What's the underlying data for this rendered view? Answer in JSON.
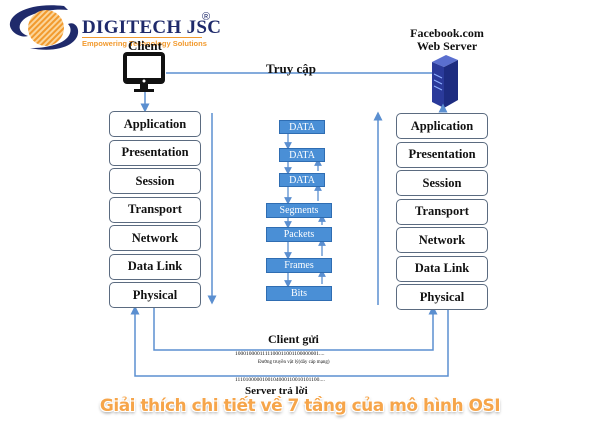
{
  "logo": {
    "name": "DIGITECH JSC",
    "registered_mark": "®",
    "tagline": "Empowering Technology Solutions"
  },
  "nodes": {
    "client_label": "Client",
    "server_label_line1": "Facebook.com",
    "server_label_line2": "Web Server"
  },
  "connection": {
    "access_label": "Truy cập"
  },
  "client_stack": {
    "layers": [
      "Application",
      "Presentation",
      "Session",
      "Transport",
      "Network",
      "Data Link",
      "Physical"
    ]
  },
  "server_stack": {
    "layers": [
      "Application",
      "Presentation",
      "Session",
      "Transport",
      "Network",
      "Data Link",
      "Physical"
    ]
  },
  "encapsulation": {
    "units": [
      "DATA",
      "DATA",
      "DATA",
      "Segments",
      "Packets",
      "Frames",
      "Bits"
    ]
  },
  "transmission": {
    "client_send_label": "Client gửi",
    "client_bits": "1000100001111100011001100000001....",
    "medium_label": "Đường truyền vật lý(dây cáp mạng)",
    "server_bits": "1110100000100104000110010101100....",
    "server_reply_label": "Server trả lời"
  },
  "banner": {
    "title": "Giải thích chi tiết về 7 tầng của mô hình OSI"
  },
  "colors": {
    "line_blue": "#5b8fd0",
    "pdu_blue": "#4a8fd6",
    "logo_navy": "#1f2a6b",
    "logo_orange": "#f29a2e",
    "banner_orange": "#f6a54a"
  }
}
